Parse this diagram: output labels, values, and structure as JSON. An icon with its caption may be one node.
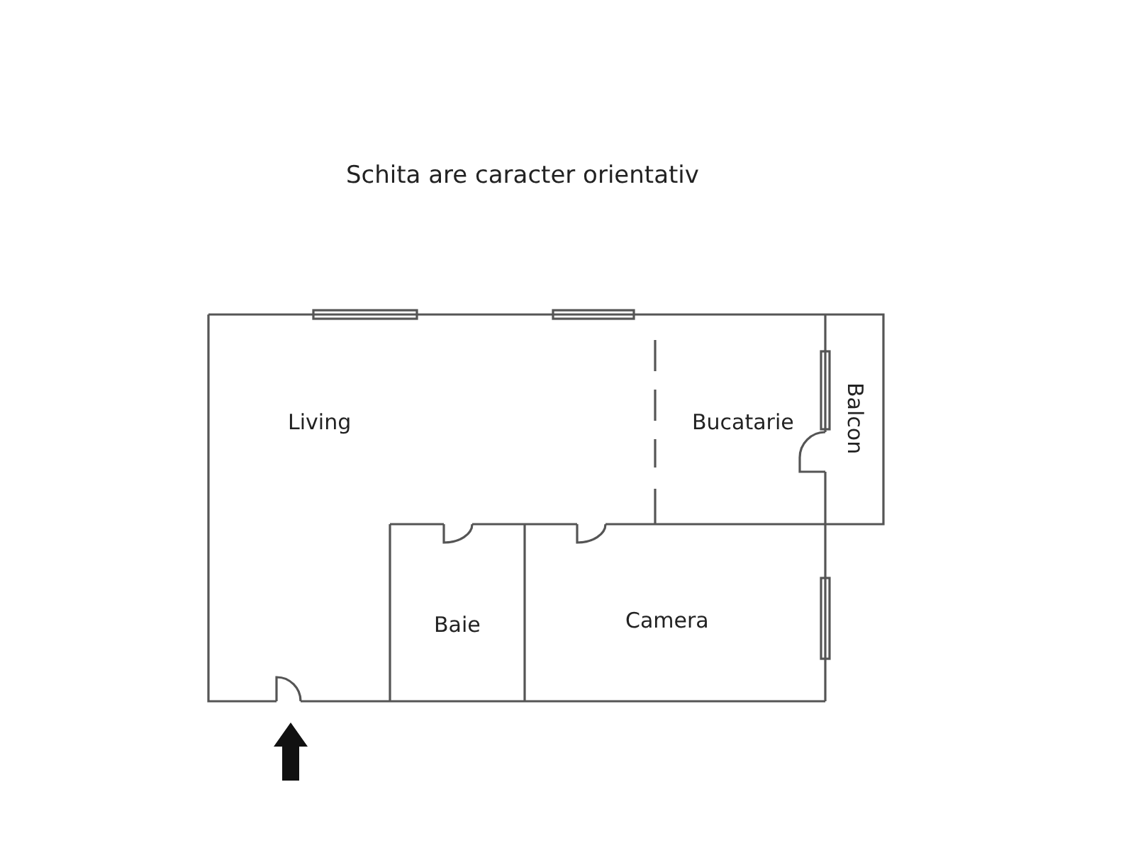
{
  "diagram": {
    "title": "Schita are caracter orientativ",
    "labels": [
      "Living",
      "Bucatarie",
      "Balcon",
      "Baie",
      "Camera"
    ]
  }
}
